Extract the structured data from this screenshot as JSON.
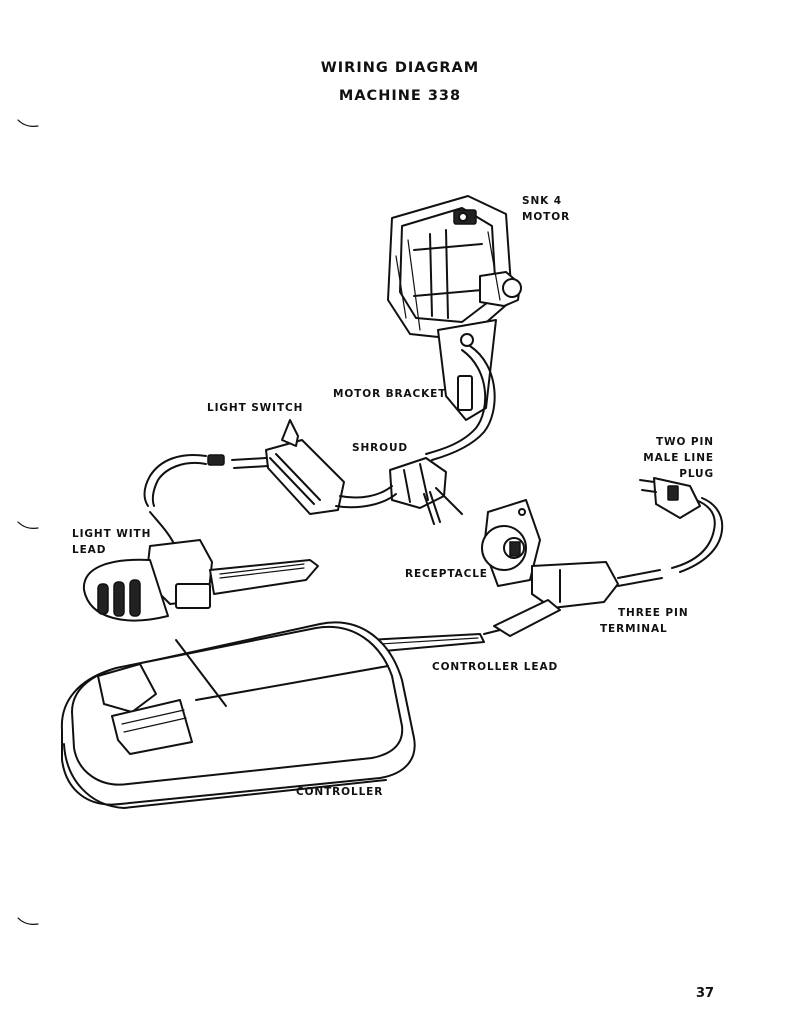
{
  "header": {
    "title": "WIRING DIAGRAM",
    "subtitle": "MACHINE 338"
  },
  "labels": {
    "motor_line1": "SNK 4",
    "motor_line2": "MOTOR",
    "motor_bracket": "MOTOR BRACKET",
    "light_switch": "LIGHT SWITCH",
    "shroud": "SHROUD",
    "plug_line1": "TWO PIN",
    "plug_line2": "MALE LINE",
    "plug_line3": "PLUG",
    "light_line1": "LIGHT WITH",
    "light_line2": "LEAD",
    "receptacle": "RECEPTACLE",
    "terminal_line1": "THREE PIN",
    "terminal_line2": "TERMINAL",
    "controller_lead": "CONTROLLER LEAD",
    "controller": "CONTROLLER"
  },
  "footer": {
    "page_number": "37"
  }
}
